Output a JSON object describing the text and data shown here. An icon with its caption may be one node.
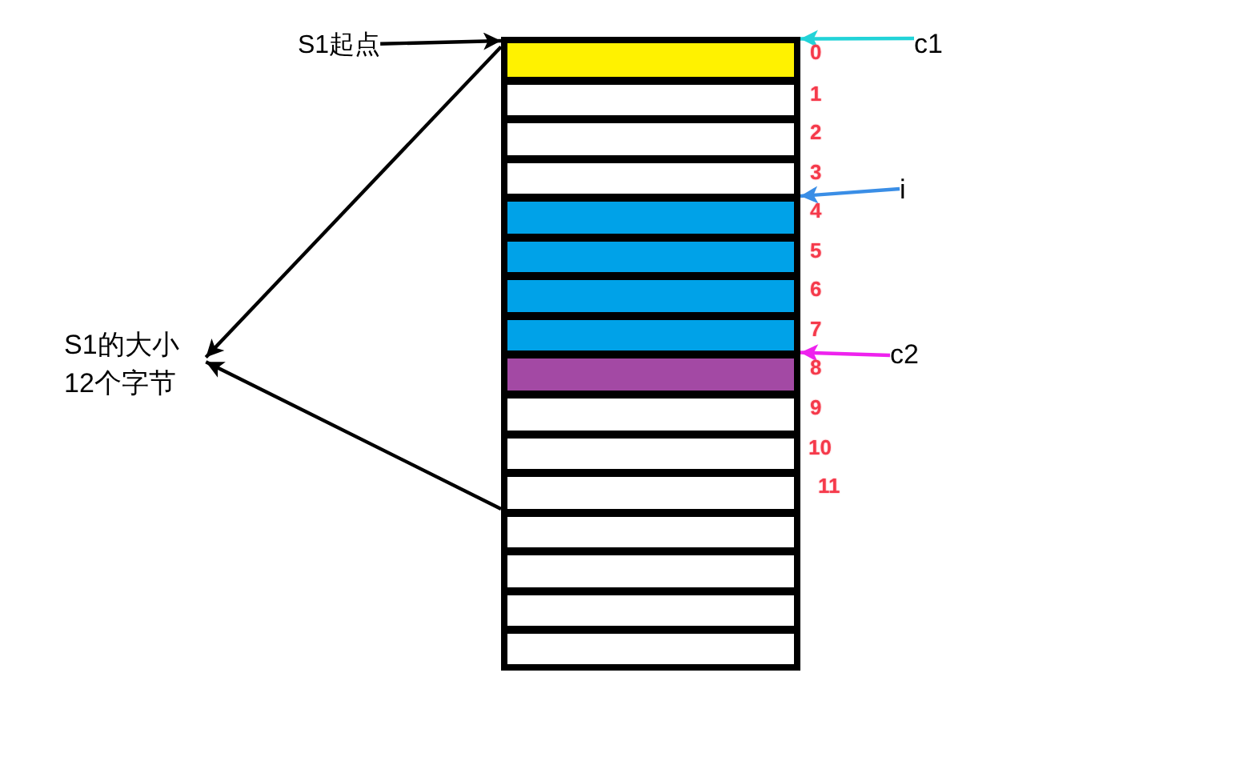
{
  "diagram": {
    "nodes": [
      {
        "text": [
          "S1起点"
        ]
      },
      {
        "text": [],
        "shape": "box",
        "beside": [
          "0"
        ]
      },
      {
        "text": [],
        "shape": "box",
        "beside": [
          "1"
        ]
      },
      {
        "text": [],
        "shape": "box",
        "beside": [
          "2"
        ]
      },
      {
        "text": [],
        "shape": "box",
        "beside": [
          "3"
        ]
      },
      {
        "text": [],
        "shape": "box",
        "beside": [
          "4"
        ]
      },
      {
        "text": [],
        "shape": "box",
        "beside": [
          "5"
        ]
      },
      {
        "text": [],
        "shape": "box",
        "beside": [
          "6"
        ]
      },
      {
        "text": [],
        "shape": "box",
        "beside": [
          "7"
        ]
      },
      {
        "text": [],
        "shape": "box",
        "beside": [
          "8"
        ]
      },
      {
        "text": [],
        "shape": "box",
        "beside": [
          "9"
        ]
      },
      {
        "text": [],
        "shape": "box",
        "beside": [
          "10"
        ]
      },
      {
        "text": [],
        "shape": "box",
        "beside": [
          "11"
        ]
      },
      {
        "text": [],
        "shape": "box"
      },
      {
        "text": [],
        "shape": "box"
      },
      {
        "text": [],
        "shape": "box"
      },
      {
        "text": [],
        "shape": "box"
      },
      {
        "text": [
          "c1"
        ]
      },
      {
        "text": [
          "i"
        ]
      },
      {
        "text": [
          "c2"
        ]
      },
      {
        "text": [
          "S1的大小12个字节"
        ]
      }
    ],
    "edges": [
      {
        "from": 0,
        "to": 1,
        "arrow": "to"
      },
      {
        "from": 17,
        "to": 1,
        "arrow": "to",
        "color": "#22d3d8"
      },
      {
        "from": 18,
        "to": 5,
        "arrow": "to",
        "color": "#3a8ee6"
      },
      {
        "from": 19,
        "to": 9,
        "arrow": "to",
        "color": "#ee22ee"
      },
      {
        "from": 1,
        "to": 20,
        "arrow": "to"
      },
      {
        "from": 12,
        "to": 20,
        "arrow": "to"
      }
    ]
  }
}
